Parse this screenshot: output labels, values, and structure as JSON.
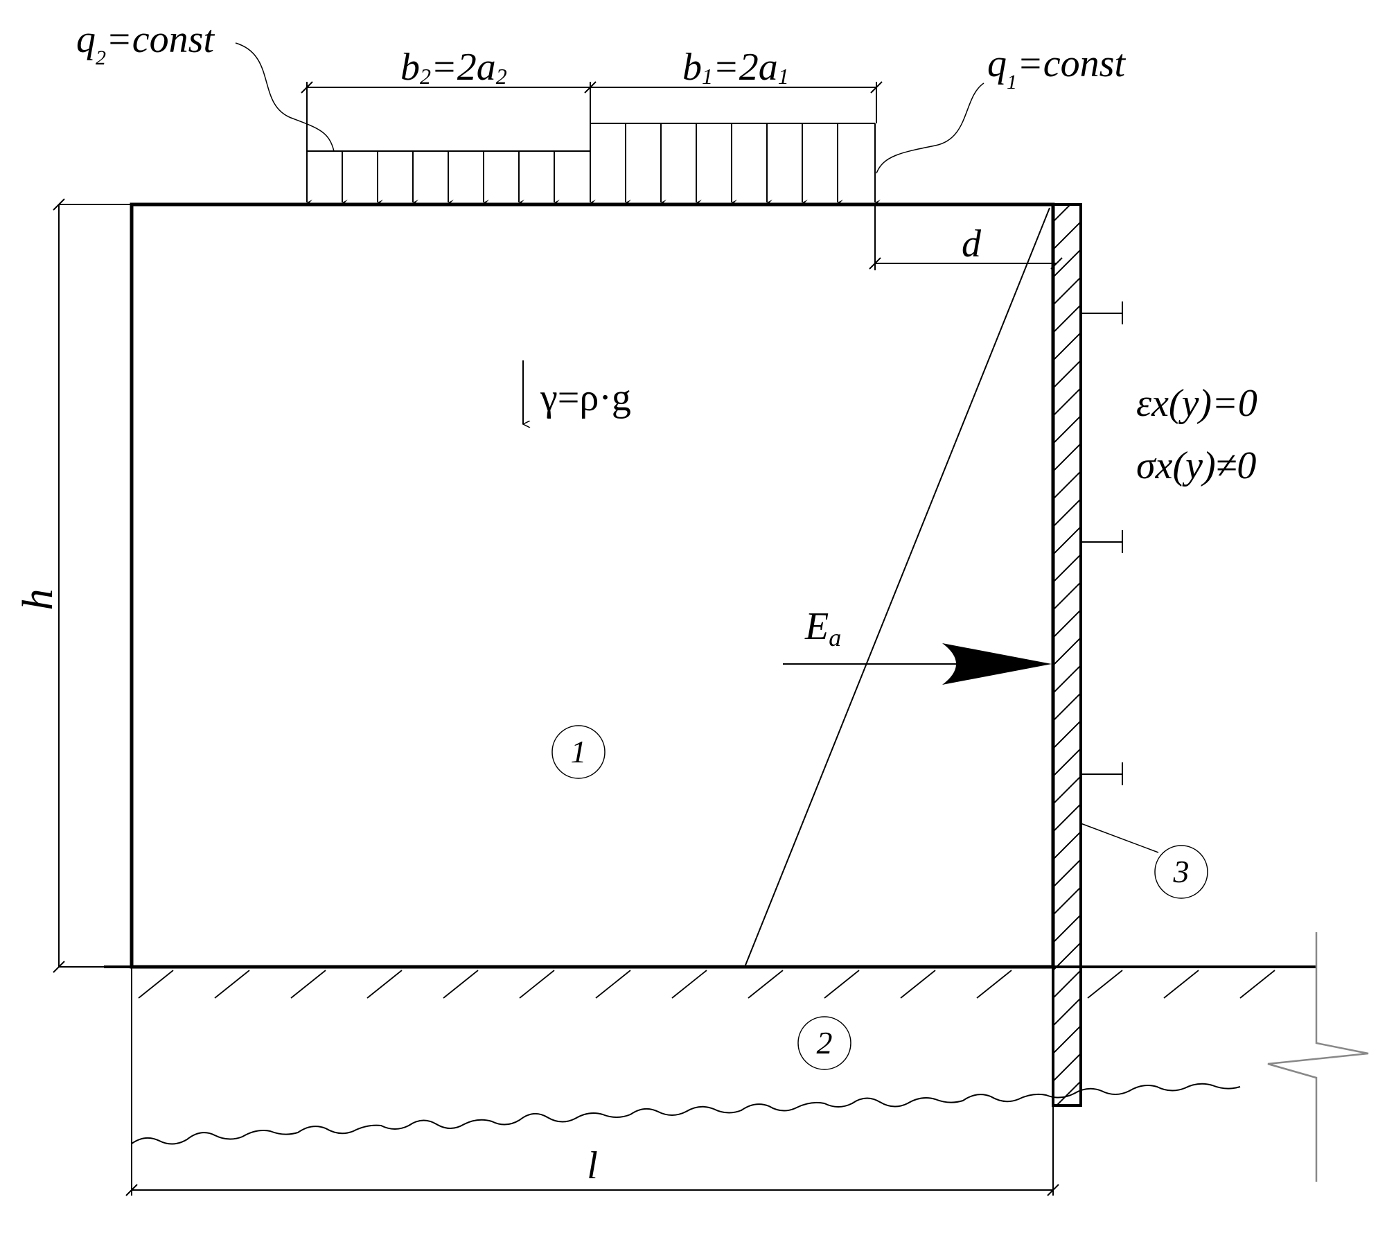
{
  "labels": {
    "q2": "q",
    "q2_sub": "2",
    "q2_rest": "=const",
    "q1": "q",
    "q1_sub": "1",
    "q1_rest": "=const",
    "b2_eq": "b",
    "b2_sub": "2",
    "b2_mid": "=2a",
    "b2_sub2": "2",
    "b1_eq": "b",
    "b1_sub": "1",
    "b1_mid": "=2a",
    "b1_sub2": "1",
    "d": "d",
    "h": "h",
    "l": "l",
    "gamma": "γ=ρ·g",
    "Ea": "E",
    "Ea_sub": "a",
    "eps": "εx(y)=0",
    "sigma": "σx(y)≠0"
  },
  "regions": {
    "r1": "1",
    "r2": "2",
    "r3": "3"
  },
  "colors": {
    "line": "#000000",
    "gray": "#888888"
  }
}
